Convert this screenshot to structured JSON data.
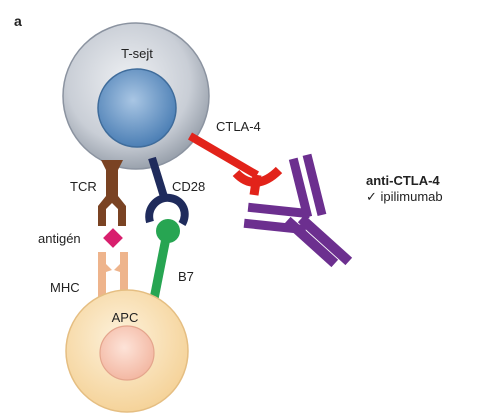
{
  "panel_label": "a",
  "cells": {
    "t_cell": "T-sejt",
    "apc": "APC"
  },
  "labels": {
    "ctla4": "CTLA-4",
    "tcr": "TCR",
    "cd28": "CD28",
    "antigen": "antigén",
    "mhc": "MHC",
    "b7": "B7"
  },
  "drug": {
    "name": "anti-CTLA-4",
    "example": "✓ ipilimumab"
  },
  "colors": {
    "t_cell_outer": "#c9ced6",
    "t_cell_nucleus": "#6f9ccc",
    "apc_outer": "#f8ddb0",
    "apc_nucleus": "#f7c4b3",
    "tcr": "#7a4323",
    "mhc": "#eeb48c",
    "antigen": "#d81f6d",
    "cd28": "#1f2b5c",
    "b7": "#27a552",
    "ctla4": "#e2231a",
    "antibody": "#6c2f8f"
  }
}
